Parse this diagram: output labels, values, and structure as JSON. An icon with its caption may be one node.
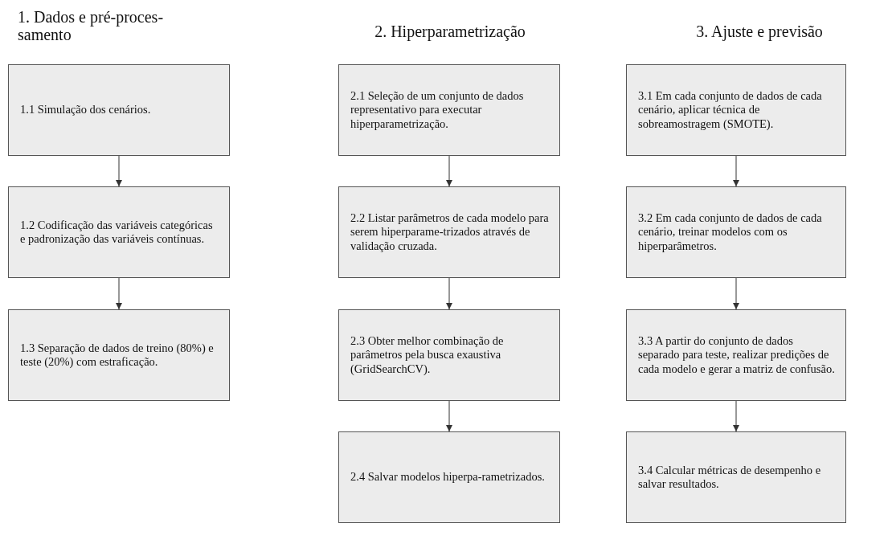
{
  "diagram": {
    "nodes": [
      {
        "text": [
          "1.1 Simulação dos cenários."
        ]
      },
      {
        "text": [
          "1.2 Codificação das variáveis categóricas e padronização das variáveis contínuas."
        ]
      },
      {
        "text": [
          "1.3 Separação de dados de treino (80%) e teste (20%) com estraficação."
        ]
      },
      {
        "text": [
          "2.1 Seleção de um conjunto de dados representativo para executar hiperparametrização."
        ]
      },
      {
        "text": [
          "2.2 Listar parâmetros de cada modelo para serem hiperparame-trizados através de validação cruzada."
        ]
      },
      {
        "text": [
          "2.3 Obter melhor combinação de parâmetros pela busca exaustiva (GridSearchCV)."
        ]
      },
      {
        "text": [
          "2.4 Salvar modelos hiperpa-rametrizados."
        ]
      },
      {
        "text": [
          "3.1 Em cada conjunto de dados de cada cenário, aplicar técnica de sobreamostragem (SMOTE)."
        ]
      },
      {
        "text": [
          "3.2 Em cada conjunto de dados de cada cenário, treinar modelos com os hiperparâmetros."
        ]
      },
      {
        "text": [
          "3.3 A partir do conjunto de dados separado para teste, realizar predições de cada modelo e gerar a matriz de confusão."
        ]
      },
      {
        "text": [
          "3.4 Calcular métricas de desempenho e salvar resultados."
        ]
      }
    ],
    "edges": [
      {
        "from": 0,
        "to": 1,
        "arrow": "to"
      },
      {
        "from": 1,
        "to": 2,
        "arrow": "to"
      },
      {
        "from": 3,
        "to": 4,
        "arrow": "to"
      },
      {
        "from": 4,
        "to": 5,
        "arrow": "to"
      },
      {
        "from": 5,
        "to": 6,
        "arrow": "to"
      },
      {
        "from": 7,
        "to": 8,
        "arrow": "to"
      },
      {
        "from": 8,
        "to": 9,
        "arrow": "to"
      },
      {
        "from": 9,
        "to": 10,
        "arrow": "to"
      }
    ],
    "labels": [
      "1. Dados e pré-proces-samento",
      "2. Hiperparametrização",
      "3. Ajuste e previsão"
    ]
  }
}
